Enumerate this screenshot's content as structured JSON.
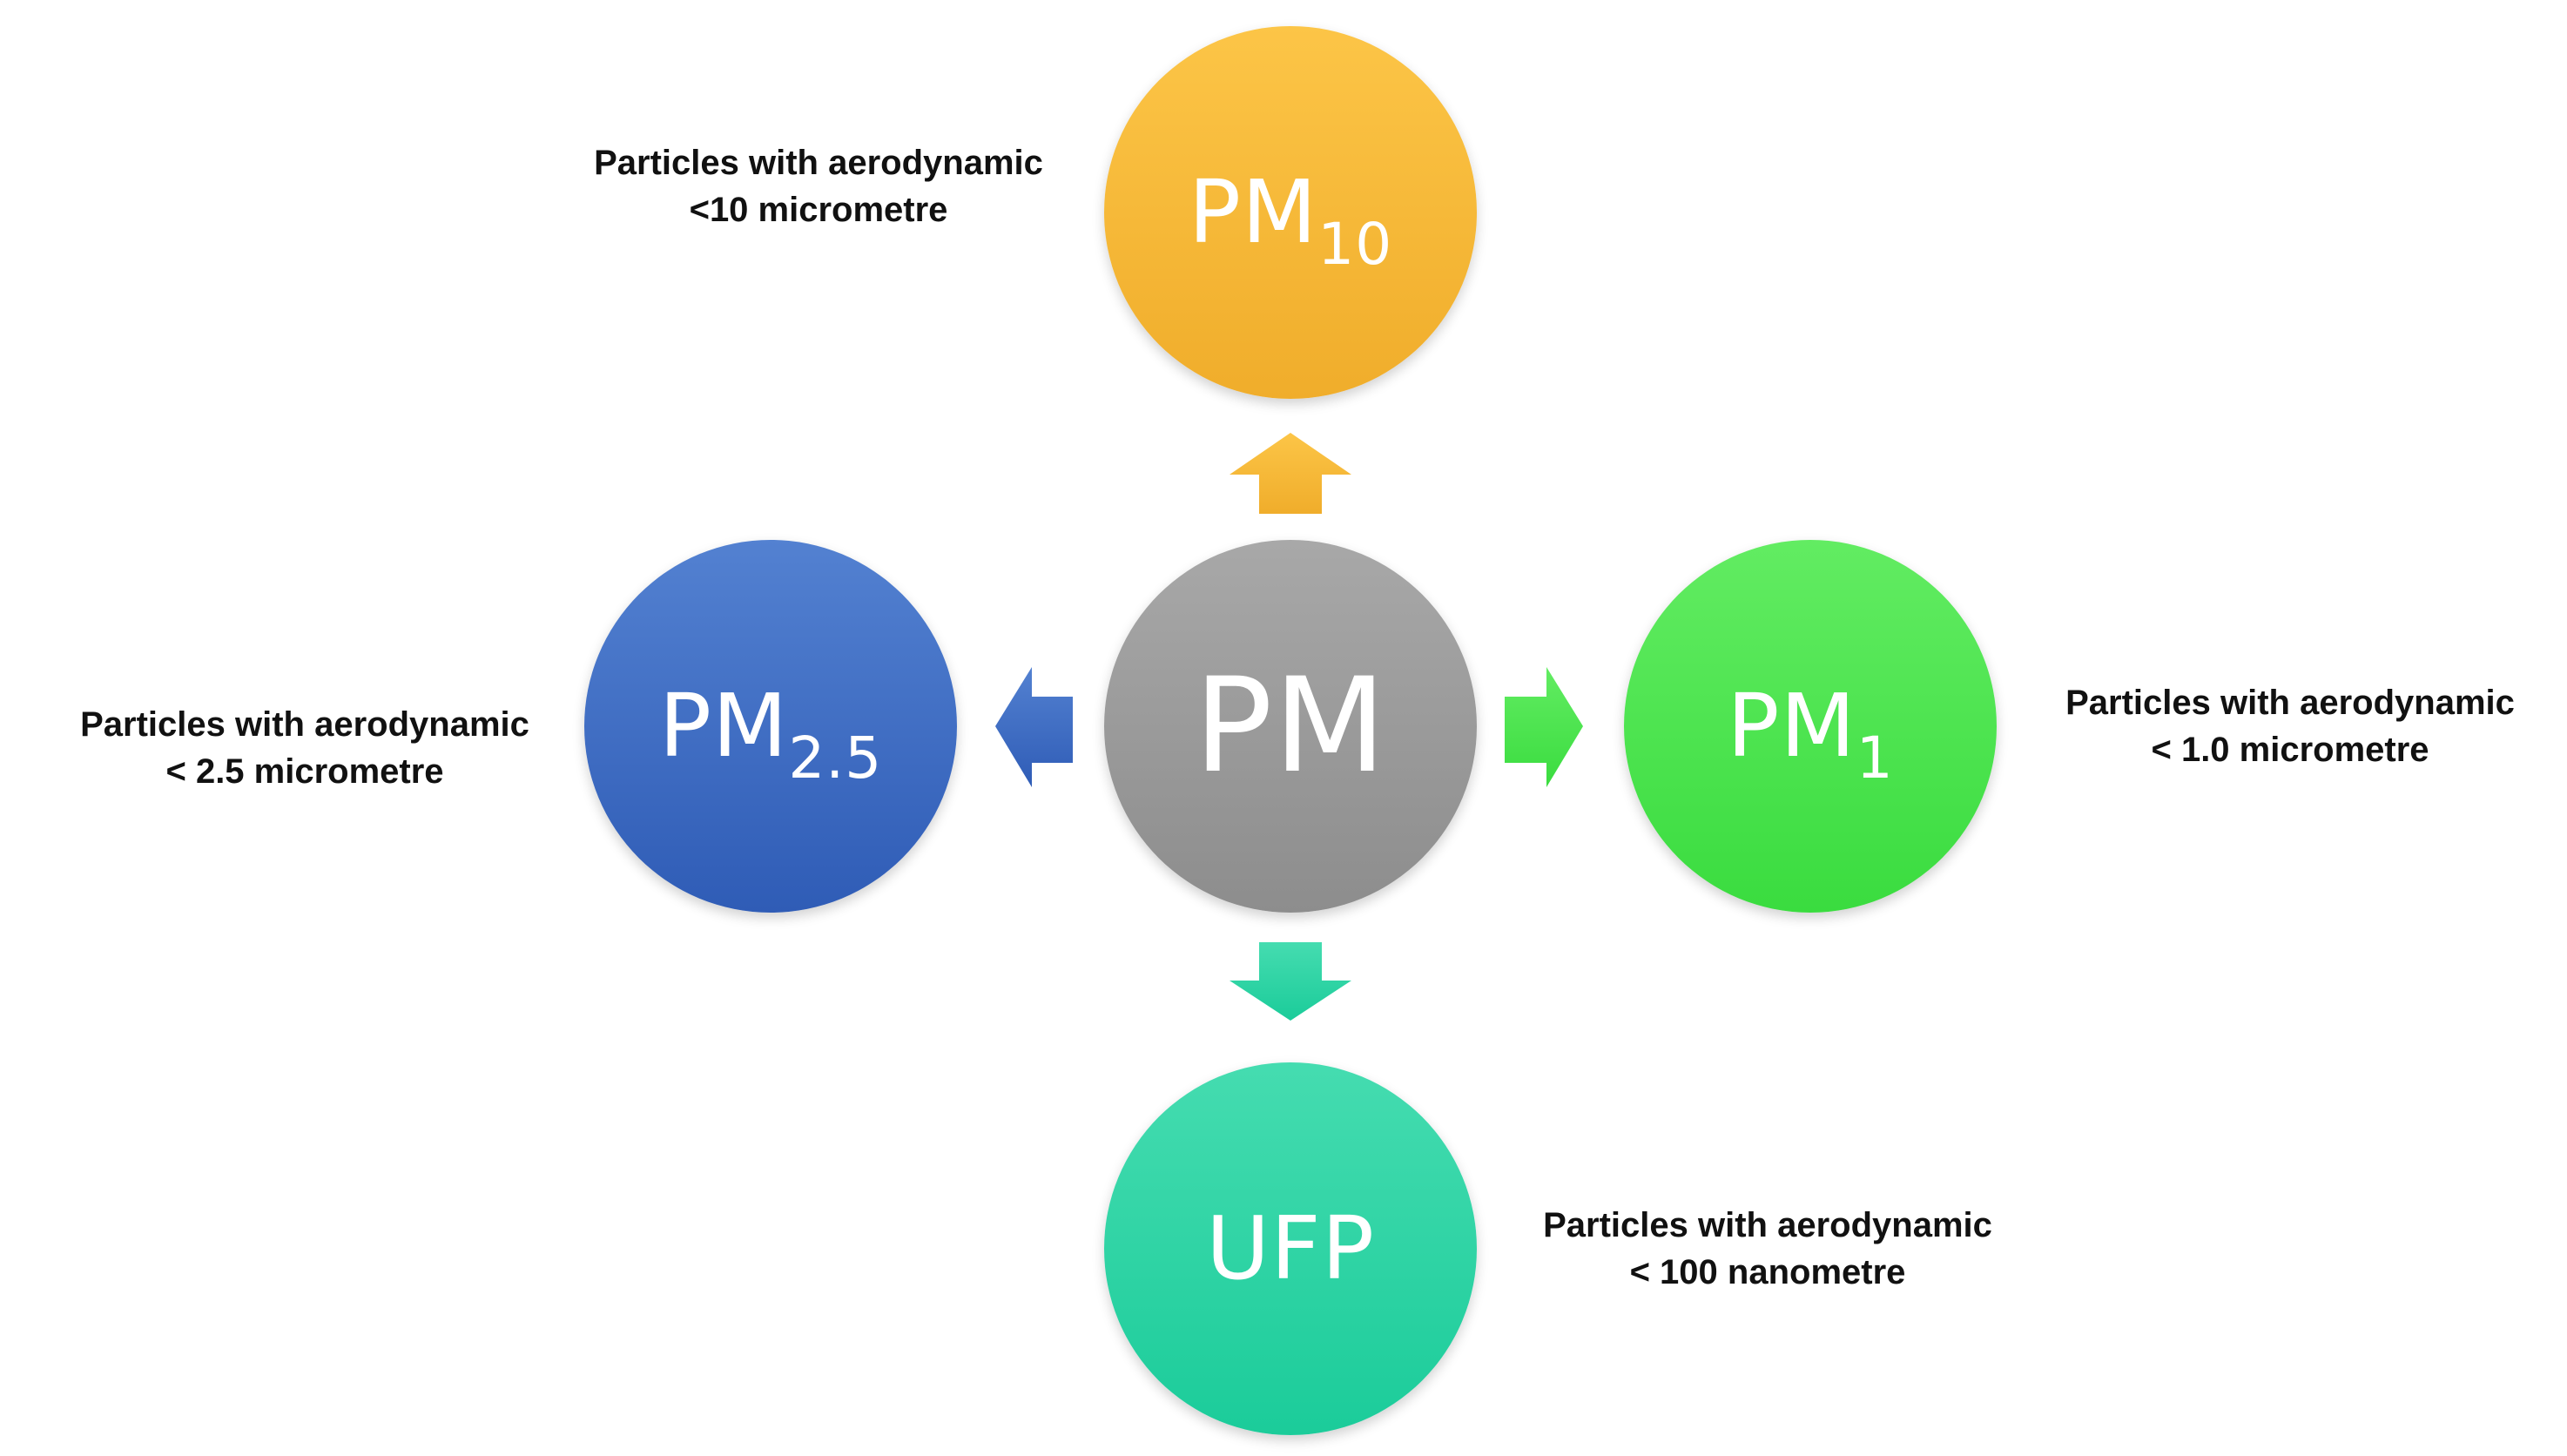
{
  "diagram": {
    "center": {
      "label": "PM"
    },
    "nodes": [
      {
        "id": "pm10",
        "label_main": "PM",
        "label_sub": "10",
        "color": "#f5b731",
        "description": [
          "Particles with aerodynamic",
          "<10 micrometre"
        ]
      },
      {
        "id": "pm25",
        "label_main": "PM",
        "label_sub": "2.5",
        "color": "#3f6ec6",
        "description": [
          "Particles with aerodynamic",
          "< 2.5 micrometre"
        ]
      },
      {
        "id": "pm1",
        "label_main": "PM",
        "label_sub": "1",
        "color": "#48e34c",
        "description": [
          "Particles with aerodynamic",
          "< 1.0 micrometre"
        ]
      },
      {
        "id": "ufp",
        "label_main": "UFP",
        "label_sub": "",
        "color": "#2ed3a4",
        "description": [
          "Particles with aerodynamic",
          "< 100 nanometre"
        ]
      }
    ],
    "arrows": [
      {
        "direction": "up",
        "to": "pm10",
        "color": "#f5b731"
      },
      {
        "direction": "left",
        "to": "pm25",
        "color": "#3f6ec6"
      },
      {
        "direction": "right",
        "to": "pm1",
        "color": "#48e34c"
      },
      {
        "direction": "down",
        "to": "ufp",
        "color": "#2ed3a4"
      }
    ]
  }
}
